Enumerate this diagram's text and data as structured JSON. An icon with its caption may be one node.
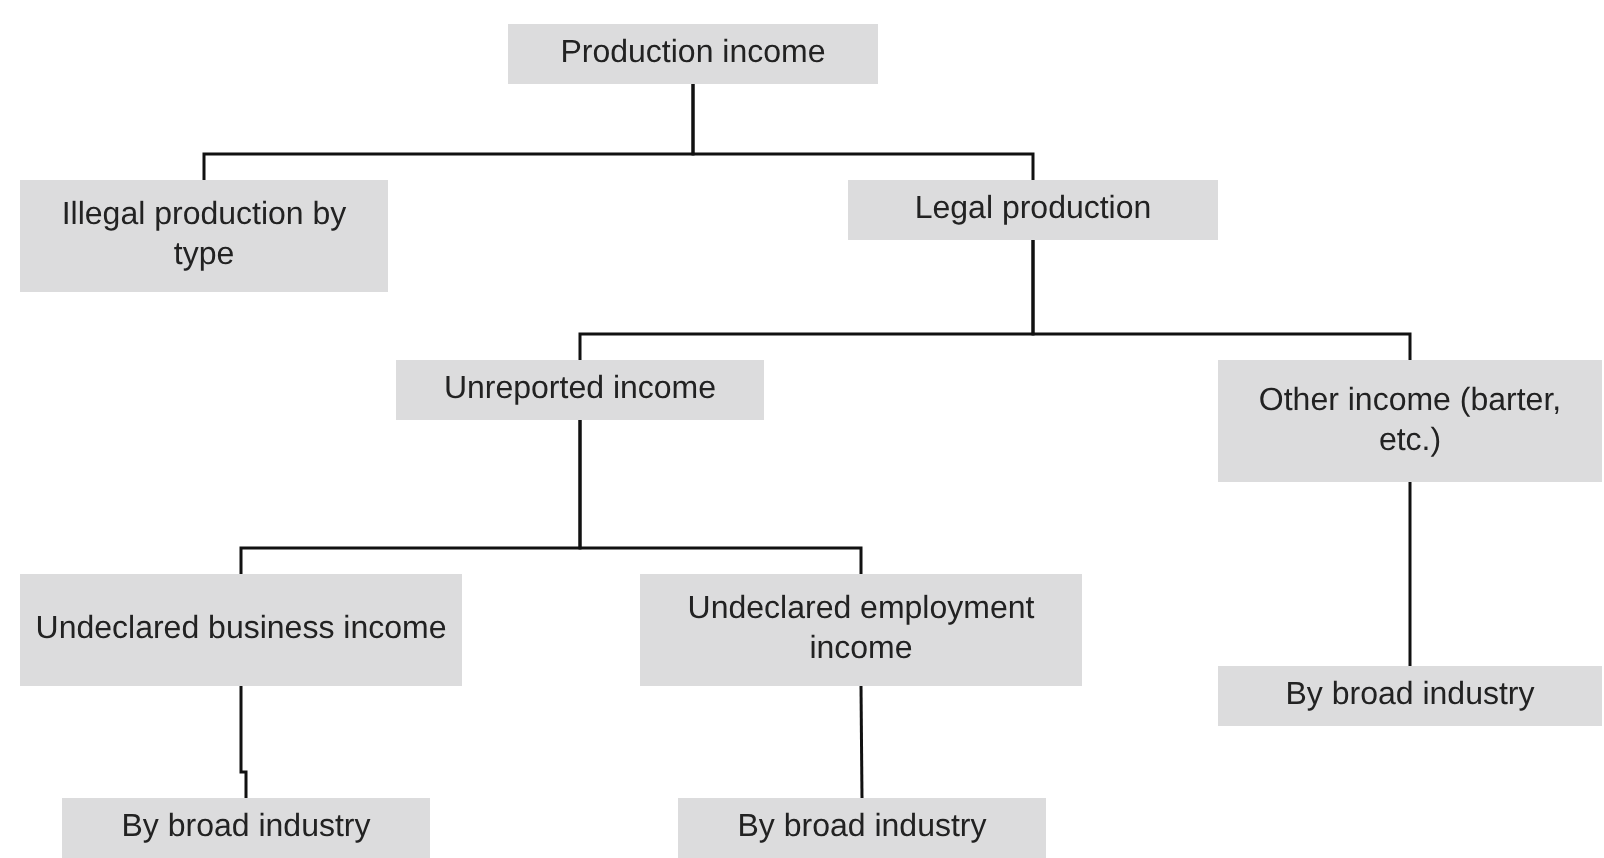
{
  "diagram": {
    "nodes": [
      {
        "text": [
          "Production income"
        ]
      },
      {
        "text": [
          "Illegal production by type"
        ]
      },
      {
        "text": [
          "Legal production"
        ]
      },
      {
        "text": [
          "Unreported income"
        ]
      },
      {
        "text": [
          "Other income (barter, etc.)"
        ]
      },
      {
        "text": [
          "Undeclared business income"
        ]
      },
      {
        "text": [
          "Undeclared employment income"
        ]
      },
      {
        "text": [
          "By broad industry"
        ]
      },
      {
        "text": [
          "By broad industry"
        ]
      },
      {
        "text": [
          "By broad industry"
        ]
      }
    ],
    "edges": [
      {
        "from": 0,
        "to": 1,
        "arrow": "none"
      },
      {
        "from": 0,
        "to": 2,
        "arrow": "none"
      },
      {
        "from": 2,
        "to": 3,
        "arrow": "none"
      },
      {
        "from": 2,
        "to": 4,
        "arrow": "none"
      },
      {
        "from": 3,
        "to": 5,
        "arrow": "none"
      },
      {
        "from": 3,
        "to": 6,
        "arrow": "none"
      },
      {
        "from": 4,
        "to": 7,
        "arrow": "none"
      },
      {
        "from": 5,
        "to": 8,
        "arrow": "none"
      },
      {
        "from": 6,
        "to": 9,
        "arrow": "none"
      }
    ]
  }
}
